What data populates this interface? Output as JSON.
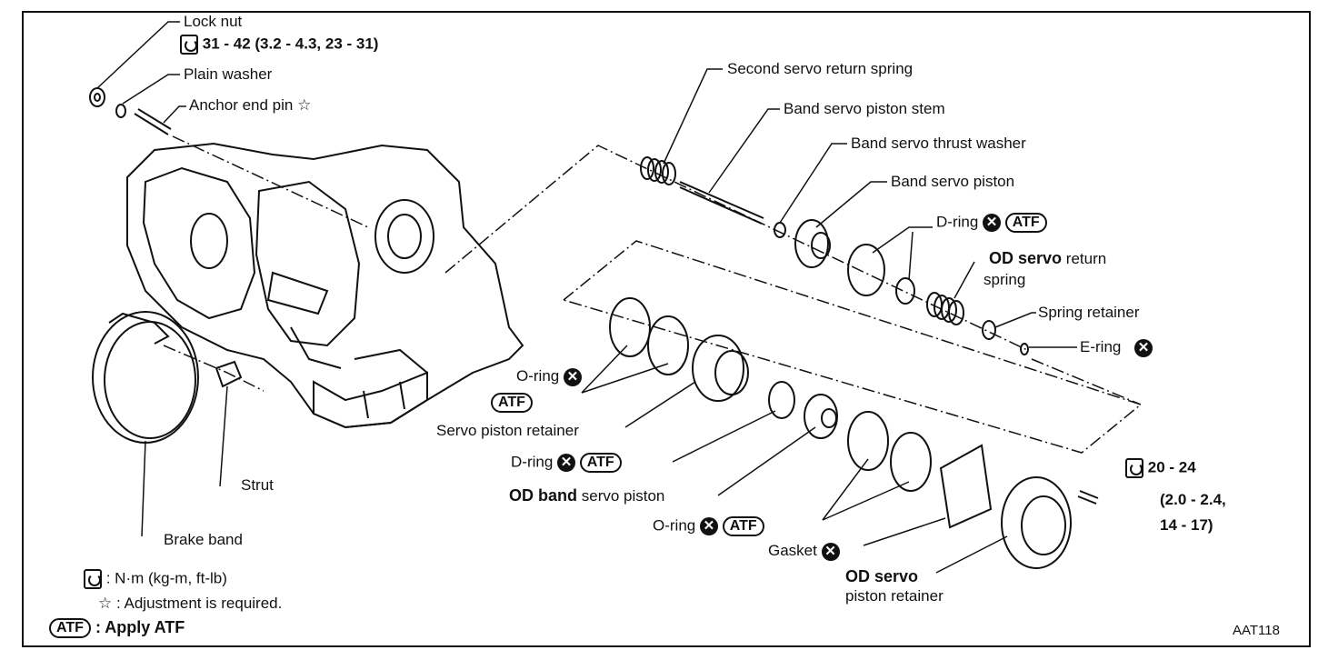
{
  "labels": {
    "lock_nut": "Lock nut",
    "lock_nut_torque": "31 - 42 (3.2 - 4.3, 23 - 31)",
    "plain_washer": "Plain washer",
    "anchor_end_pin": "Anchor end pin",
    "second_servo_return_spring": "Second servo return spring",
    "band_servo_piston_stem": "Band servo piston stem",
    "band_servo_thrust_washer": "Band servo thrust washer",
    "band_servo_piston": "Band servo piston",
    "d_ring_1": "D-ring",
    "od_servo_bold": "OD servo",
    "od_servo_return": "return",
    "od_servo_spring": "spring",
    "spring_retainer": "Spring retainer",
    "e_ring": "E-ring",
    "o_ring_1": "O-ring",
    "servo_piston_retainer": "Servo piston retainer",
    "d_ring_2": "D-ring",
    "od_band_bold": "OD band",
    "od_band_servo_piston": "servo piston",
    "o_ring_2": "O-ring",
    "gasket": "Gasket",
    "od_servo_retainer_1": "OD servo",
    "od_servo_retainer_2": "piston retainer",
    "bolt_torque_1": "20 - 24",
    "bolt_torque_2": "(2.0 - 2.4,",
    "bolt_torque_3": "14 - 17)",
    "strut": "Strut",
    "brake_band": "Brake band"
  },
  "symbols": {
    "star": "☆",
    "x": "✕",
    "atf": "ATF"
  },
  "legend": {
    "torque_units": ": N·m (kg-m, ft-lb)",
    "adjustment": ": Adjustment is required.",
    "apply_atf": ": Apply ATF"
  },
  "figure_code": "AAT118"
}
